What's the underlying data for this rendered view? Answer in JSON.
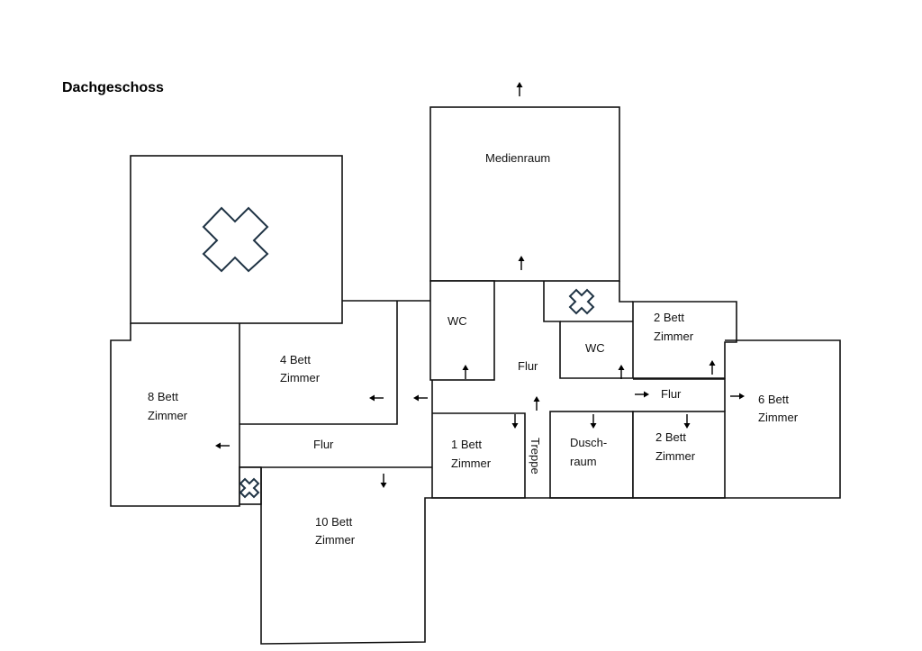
{
  "title": "Dachgeschoss",
  "rooms": {
    "medienraum": "Medienraum",
    "wc_left": "WC",
    "wc_right": "WC",
    "flur_center": "Flur",
    "flur_right": "Flur",
    "flur_left": "Flur",
    "bett4": [
      "4 Bett",
      "Zimmer"
    ],
    "bett8": [
      "8 Bett",
      "Zimmer"
    ],
    "bett2_top": [
      "2 Bett",
      "Zimmer"
    ],
    "bett6": [
      "6 Bett",
      "Zimmer"
    ],
    "bett1": [
      "1 Bett",
      "Zimmer"
    ],
    "duschraum": [
      "Dusch-",
      "raum"
    ],
    "bett2_bottom": [
      "2 Bett",
      "Zimmer"
    ],
    "bett10": [
      "10 Bett",
      "Zimmer"
    ],
    "treppe": "Treppe"
  },
  "arrows": [
    "up",
    "up",
    "up",
    "up",
    "up",
    "up",
    "down",
    "down",
    "down",
    "down",
    "left",
    "left",
    "left",
    "right",
    "right"
  ],
  "markers": [
    "cross-icon",
    "cross-icon",
    "cross-icon"
  ],
  "colors": {
    "cross": "#1f3344",
    "lines": "#111111"
  }
}
